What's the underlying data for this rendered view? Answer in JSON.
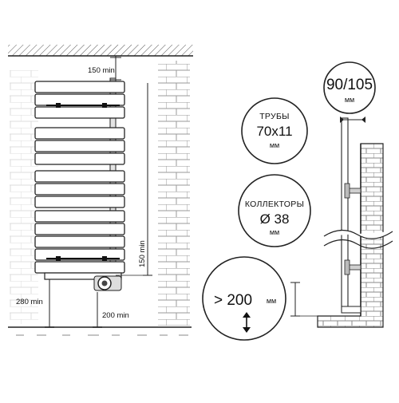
{
  "dimensions": {
    "top_clearance": "150 min",
    "side_clearance": "150 min",
    "floor_clearance": "280 min",
    "pipe_floor_clearance": "200 min"
  },
  "pipe_offset": {
    "value": "90/105",
    "unit": "мм"
  },
  "tubes": {
    "label": "ТРУБЫ",
    "size": "70x11",
    "unit": "мм"
  },
  "collectors": {
    "label": "КОЛЛЕКТОРЫ",
    "size": "Ø 38",
    "unit": "мм"
  },
  "wall_gap": {
    "value": "> 200",
    "unit": "мм"
  },
  "colors": {
    "line": "#222222",
    "brick": "#9a9a9a",
    "pipe": "#cfcfcf"
  },
  "icons": {
    "gap_arrow": "up-down-arrow-icon"
  }
}
